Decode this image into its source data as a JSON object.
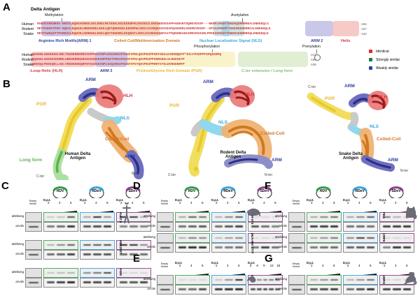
{
  "figure": {
    "panels": [
      "A",
      "B",
      "C",
      "D",
      "E",
      "F",
      "G"
    ]
  },
  "panelA": {
    "letter": "A",
    "title": "Delta Antigen",
    "species": [
      "Human",
      "Rodent",
      "Snake"
    ],
    "block1": {
      "sequences": [
        "MSRSESRKNRGG-REEILEQWVAGRKKLEELERDLRKTKKKLKKIEDENPWLGNIKGILGKKDKDGEGAPPAKRARTDQMEVDSGP---RKRPLRGGFTDKERQDHRRRKALENKKKQLS",
        "METPGKKKTPKP-RQEILEQWADLNRKKKRELEKELQRTQRKKKKLEEENPWLGNVLGIVRQKAGGSDAPQAKKRRLGEEMEVDGGP--GPSSAPRAPFTKKEREDHRRRCALENKKKQLE",
        "METPSWKQIPTPSREDILEQWVELGKRKKELEKELQKVTKKKRKLEEQNGFLGNVLGIVRGKEQKPAATPQKKRKAEESMDVDGGSRLPPKEIKKRIFTEBERAEHRRRGQLENKKKQLE"
      ],
      "lengths": [
        "-156",
        "-157",
        "-120"
      ]
    },
    "block2": {
      "sequences": [
        "AGGKNLSKEEEEELRRLTEEDERRERRVAGPPVGGVNPLEGGSRGAPGGGFVPNLQGVPESPPSRTGEGLDIRGNQGFP*DILFPADPPFSPQSGRPQ",
        "EQGKKLSEEEEAERRRLABEDERRKKRAEGGGDGDVNPPEGTPRGAPGGGFVPGLQGVPESPPSRRGDGLSLRGEGEYP",
        "GRGKQLPEEEQKLLAELTRKDEERKQRFHYGGAGEVNPLEGQSRGAPGGGFVPSTQGVPESPPHRTGTGLDVRGDKMFP"
      ],
      "lengths": [
        "-213",
        "-196",
        "-199"
      ]
    },
    "ptms": [
      {
        "label": "Methylation"
      },
      {
        "label": "Acetylation"
      },
      {
        "label": "Phosphorylation"
      },
      {
        "label": "Prenylation"
      }
    ],
    "domains": [
      {
        "label": "Arginine Rich Motifs(ARM) 1",
        "color": "#2f3f9e"
      },
      {
        "label": "Coiled-Coil/Multimerization Domain",
        "color": "#d4742a"
      },
      {
        "label": "Nuclear Localization Signal (NLS)",
        "color": "#3aa7e0"
      },
      {
        "label": "ARM 2",
        "color": "#2f3f9e"
      },
      {
        "label": "Helix",
        "color": "#cf3b3b"
      },
      {
        "label": "-Loop-Helix (HLH)",
        "color": "#cf3b3b"
      },
      {
        "label": "ARM 3",
        "color": "#2f3f9e"
      },
      {
        "label": "Proline/Glycine Rich Domain (PGR)",
        "color": "#e8b430"
      },
      {
        "label": "C-ter extension / Long form",
        "color": "#7fbf6a"
      }
    ],
    "legend": [
      {
        "label": "Identical",
        "color": "#e02b2b"
      },
      {
        "label": "Strongly similar",
        "color": "#1f7a3a"
      },
      {
        "label": "Weakly similar",
        "color": "#2f3f9e"
      }
    ]
  },
  "panelB": {
    "letter": "B",
    "models": [
      {
        "name": "Human Delta\nAntigen",
        "nter": "N-ter",
        "cter": "C-ter",
        "extra": "Long form"
      },
      {
        "name": "Rodent Delta\nAntigen",
        "nter": "N-ter",
        "cter": "C-ter"
      },
      {
        "name": "Snake Delta\nAntigen",
        "nter": "N-ter",
        "cter": "C-ter"
      }
    ],
    "domainLabels": [
      "ARM",
      "HLH",
      "PGR",
      "NLS",
      "Coiled-Coil"
    ],
    "colors": {
      "ARM": "#3b3f9e",
      "HLH": "#cf3b3b",
      "PGR": "#e8c030",
      "NLS": "#5ec8e8",
      "CoiledCoil": "#e08a2a",
      "LongForm": "#7fbf6a"
    }
  },
  "blots": {
    "plasmids": [
      {
        "name": "HDV",
        "color": "#2f9e4a"
      },
      {
        "name": "RDeV",
        "color": "#3aa7e0"
      },
      {
        "name": "SDeV",
        "color": "#8e3f8e"
      }
    ],
    "dpt_label": "D.p.t.",
    "timepoints_default": [
      "2",
      "4",
      "6"
    ],
    "timepoints_extended": [
      "3",
      "6",
      "9",
      "12",
      "15"
    ],
    "empty_vector": "Empty\nVector",
    "antibodies": [
      "aDeltaAg",
      "aActin"
    ],
    "panels": [
      {
        "letter": "C",
        "organism": "human",
        "cells": [
          "Huh7.5",
          "HEK293T",
          "A549"
        ]
      },
      {
        "letter": "D",
        "organism": "mouse",
        "cells": [
          "NIH-3T3",
          "McA-RH 7777"
        ]
      },
      {
        "letter": "E",
        "organism": "snake",
        "cells": [
          "I/1K1"
        ]
      },
      {
        "letter": "F",
        "organism": "cat",
        "cells": [
          "FEA",
          "CRFK"
        ]
      },
      {
        "letter": "G",
        "organism": "monkey",
        "cells": [
          "VERO"
        ]
      }
    ]
  }
}
